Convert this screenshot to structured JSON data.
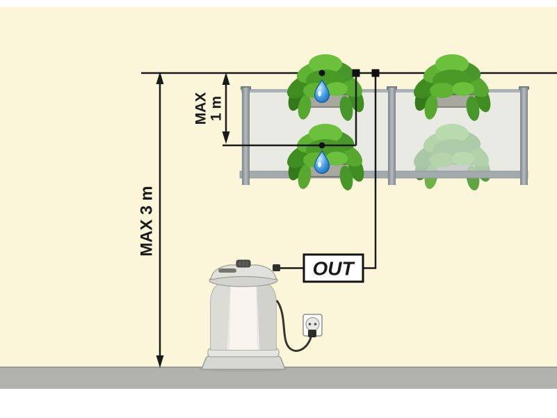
{
  "diagram": {
    "labels": {
      "max_total_height": "MAX 3 m",
      "max_planter_gap_line1": "MAX",
      "max_planter_gap_line2": "1 m",
      "pump_outlet": "OUT"
    },
    "icons": {
      "water_drop": "teardrop",
      "tube_junction": "black-square-connector",
      "drip_point": "black-dot",
      "power_socket": "wall-outlet",
      "dimension_arrow": "double-headed-vertical-arrow"
    },
    "colors": {
      "background": "#FBF5D9",
      "floor": "#B1B1AD",
      "line": "#1A1A1A",
      "glass_panel": "#DCE4E8",
      "railing": "#A2AAAE",
      "foliage_dark": "#357A1A",
      "foliage_mid": "#4A9A28",
      "foliage_light": "#6CC13C",
      "water_drop_blue": "#1565C0",
      "pump_shell": "#EFEDE5",
      "out_box_fill": "#FFFFFF",
      "out_box_border": "#111111"
    }
  }
}
